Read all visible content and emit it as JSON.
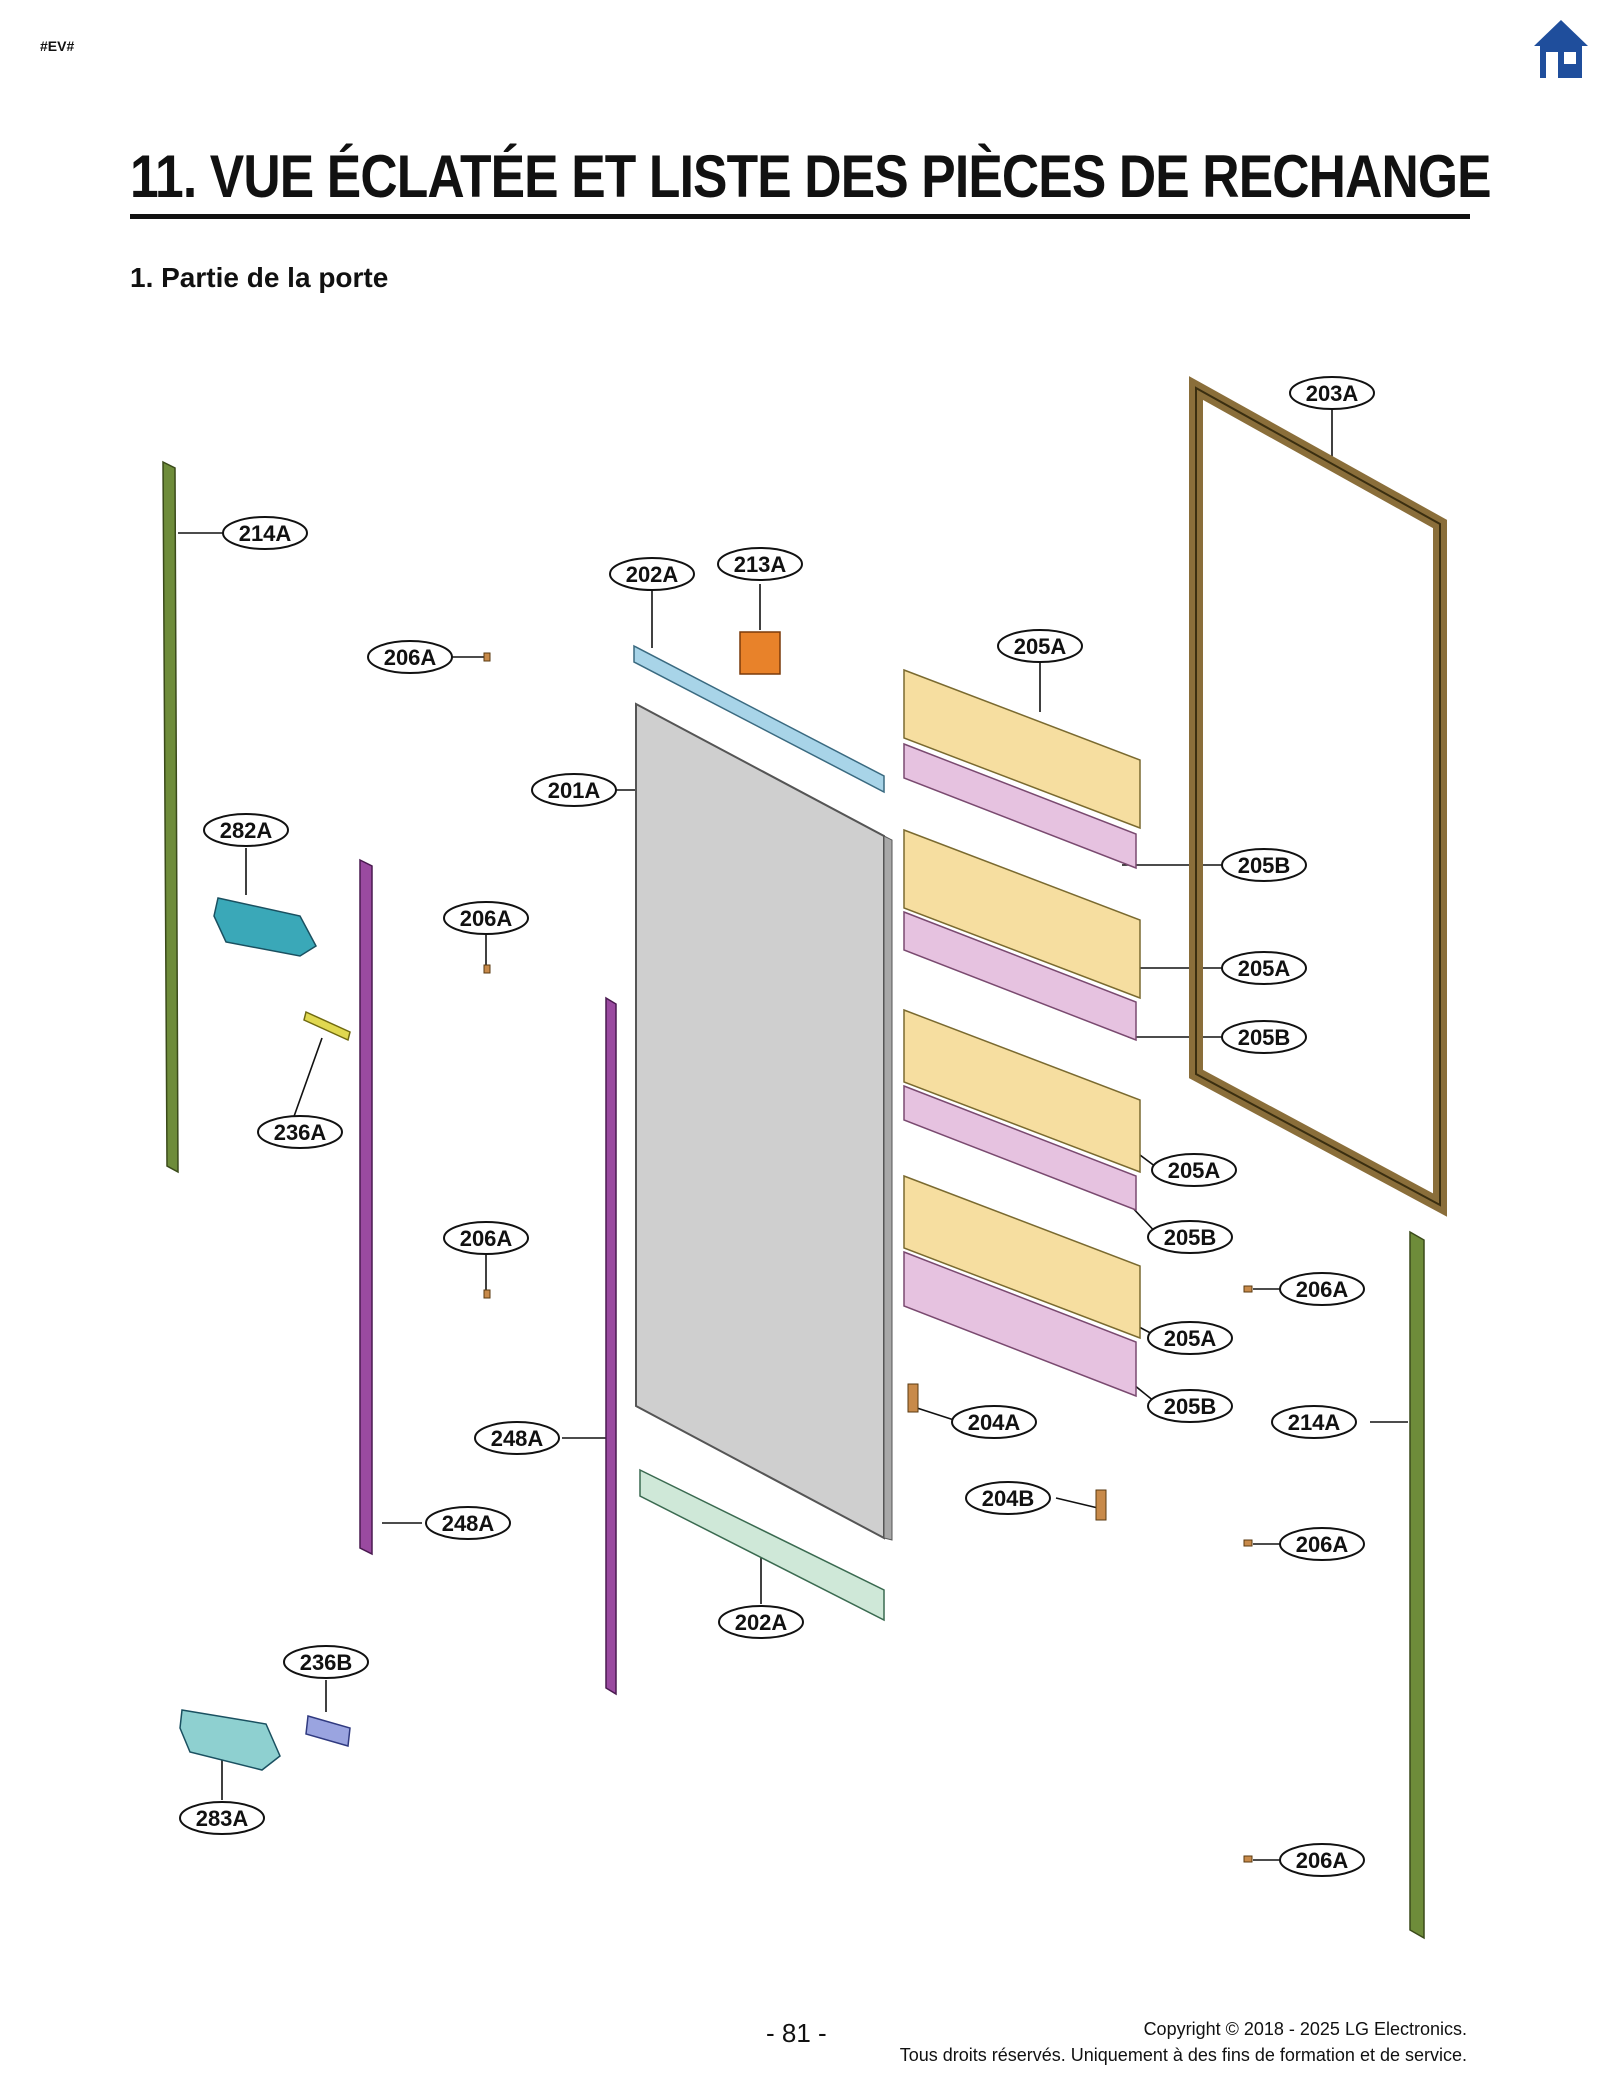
{
  "header": {
    "tag": "#EV#",
    "home_icon": "home-icon",
    "title": "11. VUE ÉCLATÉE ET LISTE DES PIÈCES DE RECHANGE",
    "section": "1. Partie de la porte"
  },
  "callouts": {
    "c203A": "203A",
    "c214A_left": "214A",
    "c202A_top": "202A",
    "c213A": "213A",
    "c206A_1": "206A",
    "c205A_1": "205A",
    "c201A": "201A",
    "c282A": "282A",
    "c205B_1": "205B",
    "c206A_2": "206A",
    "c205A_2": "205A",
    "c205B_2": "205B",
    "c236A": "236A",
    "c205A_3": "205A",
    "c206A_3": "206A",
    "c205B_3": "205B",
    "c206A_r1": "206A",
    "c205A_4": "205A",
    "c248A_mid": "248A",
    "c204A": "204A",
    "c205B_4": "205B",
    "c214A_right": "214A",
    "c204B": "204B",
    "c248A_left": "248A",
    "c206A_r2": "206A",
    "c202A_bottom": "202A",
    "c236B": "236B",
    "c283A": "283A",
    "c206A_r3": "206A"
  },
  "colors": {
    "trim": "#6e8c3a",
    "gasket": "#8a6e3a",
    "panel": "#cfcfcf",
    "bin": "#f6dea0",
    "shelf": "#e6c2e0",
    "rail": "#9a4aa0",
    "hinge": "#3aa8b8",
    "bracket": "#e8822a",
    "channel": "#a8d4e8"
  },
  "footer": {
    "page_number": "- 81 -",
    "copyright": "Copyright © 2018 - 2025 LG Electronics.",
    "rights": "Tous droits réservés. Uniquement à des fins de formation et de service."
  }
}
